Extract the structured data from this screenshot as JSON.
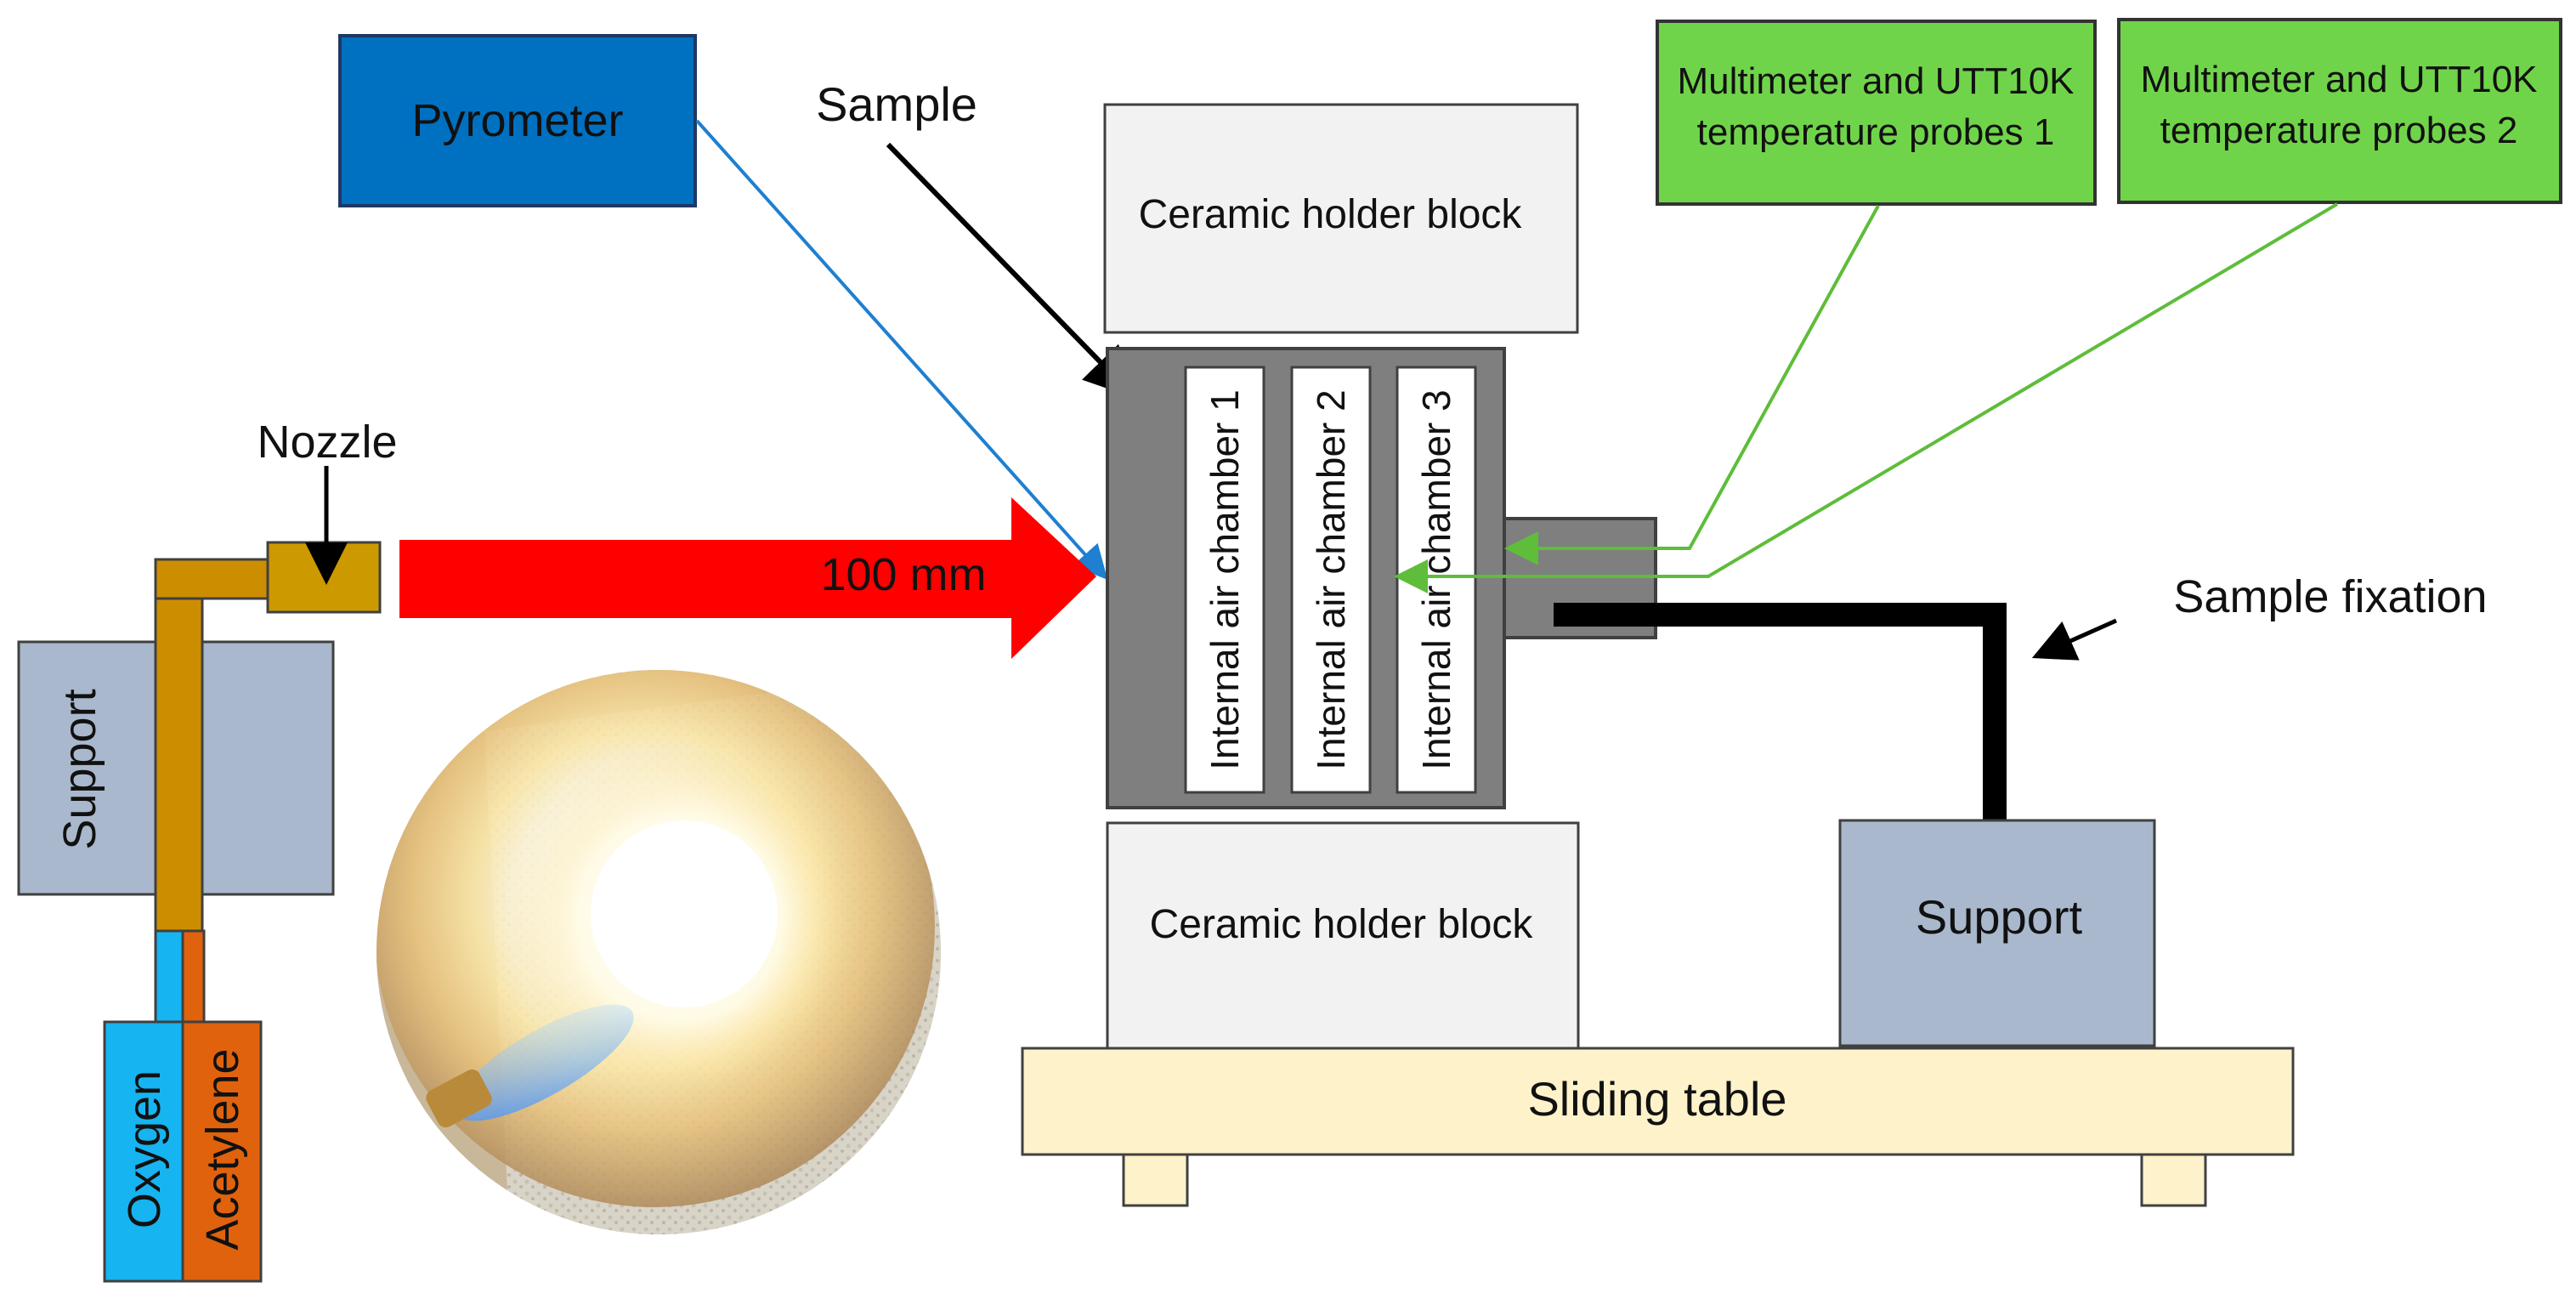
{
  "labels": {
    "pyrometer": "Pyrometer",
    "sample": "Sample",
    "nozzle": "Nozzle",
    "distance": "100 mm",
    "ceramic_top": "Ceramic holder block",
    "ceramic_bottom": "Ceramic holder block",
    "chamber_1": "Internal air chamber  1",
    "chamber_2": "Internal air chamber  2",
    "chamber_3": "Internal air chamber  3",
    "probes_1_line1": "Multimeter and UTT10K",
    "probes_1_line2": "temperature probes 1",
    "probes_2_line1": "Multimeter and UTT10K",
    "probes_2_line2": "temperature probes 2",
    "sample_fixation": "Sample fixation",
    "support_left": "Support",
    "support_right": "Support",
    "sliding_table": "Sliding table",
    "oxygen": "Oxygen",
    "acetylene": "Acetylene"
  },
  "colors": {
    "pyrometer": "#0070c0",
    "probes": "#70d44b",
    "flame_arrow": "#ff0000",
    "nozzle": "#cc9900",
    "pipe": "#cc8e00",
    "support": "#a9b8cc",
    "ceramic": "#f2f2f2",
    "sample": "#7f7f7f",
    "table": "#fef2cb",
    "oxygen": "#16b4f0",
    "acetylene": "#e0620d"
  }
}
